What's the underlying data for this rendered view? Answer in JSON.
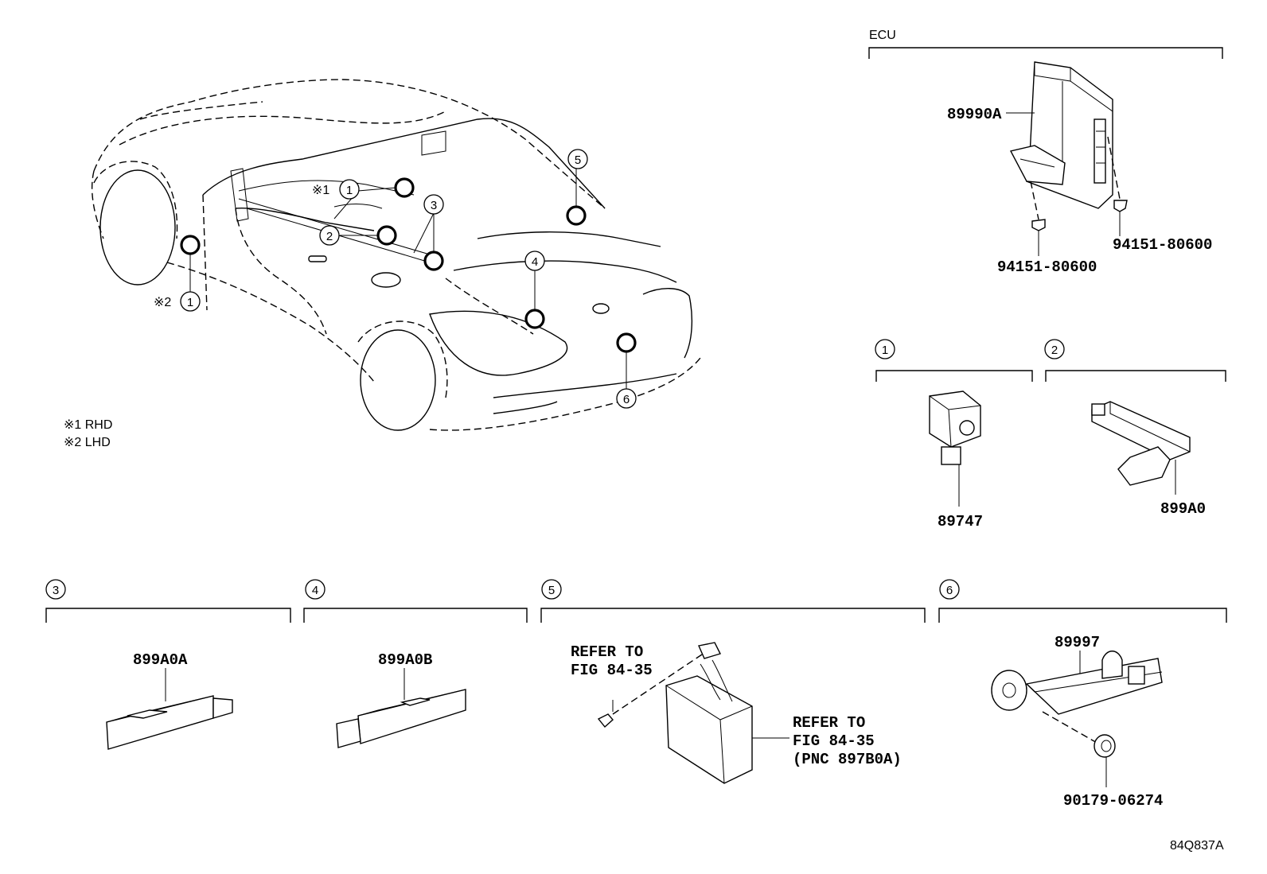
{
  "ecu": {
    "title": "ECU",
    "part": "89990A",
    "screw_right": "94151-80600",
    "screw_left": "94151-80600"
  },
  "car": {
    "note_rhd_marker": "※1",
    "note_lhd_marker": "※2",
    "callouts": [
      "1",
      "2",
      "3",
      "4",
      "5",
      "6",
      "1"
    ]
  },
  "legend": {
    "rhd": "※1 RHD",
    "lhd": "※2 LHD"
  },
  "groups": [
    {
      "num": "1",
      "part": "89747"
    },
    {
      "num": "2",
      "part": "899A0"
    },
    {
      "num": "3",
      "part": "899A0A"
    },
    {
      "num": "4",
      "part": "899A0B"
    },
    {
      "num": "5",
      "ref_screw": [
        "REFER TO",
        "FIG 84-35"
      ],
      "ref_unit": [
        "REFER TO",
        "FIG 84-35",
        "(PNC 897B0A)"
      ]
    },
    {
      "num": "6",
      "part": "89997",
      "clip": "90179-06274"
    }
  ],
  "figure_id": "84Q837A"
}
